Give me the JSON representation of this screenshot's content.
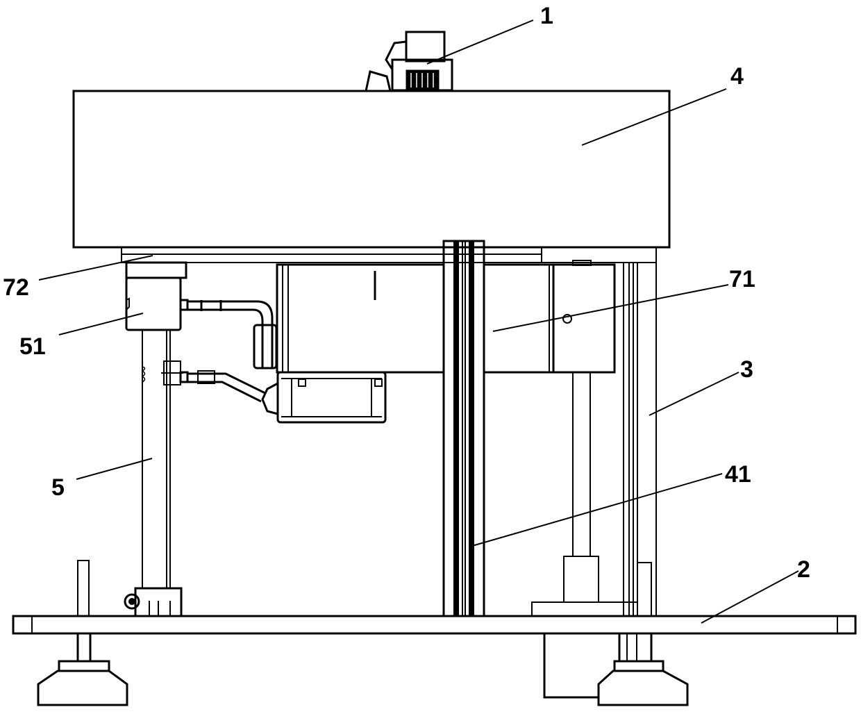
{
  "diagram": {
    "labels": {
      "l1": "1",
      "l2": "2",
      "l3": "3",
      "l4": "4",
      "l5": "5",
      "l41": "41",
      "l51": "51",
      "l71": "71",
      "l72": "72"
    },
    "colors": {
      "line": "#000000",
      "background": "#ffffff"
    }
  }
}
